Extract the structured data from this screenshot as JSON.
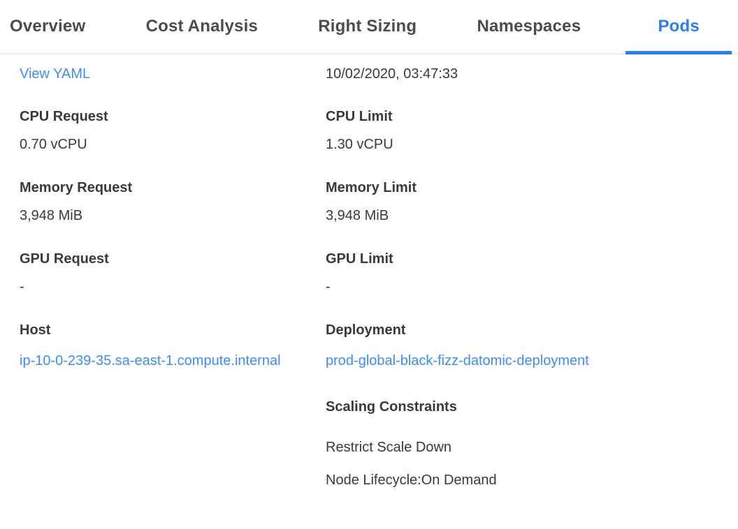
{
  "colors": {
    "accent": "#2e7cf0",
    "link": "#3f8cf4",
    "tab_inactive": "#4c4c4c",
    "text": "#3a3a3a",
    "tab_border": "#ececec"
  },
  "tabs": {
    "items": [
      {
        "label": "Overview",
        "active": false
      },
      {
        "label": "Cost Analysis",
        "active": false
      },
      {
        "label": "Right Sizing",
        "active": false
      },
      {
        "label": "Namespaces",
        "active": false
      },
      {
        "label": "Pods",
        "active": true
      }
    ]
  },
  "panel": {
    "view_yaml_label": "View YAML",
    "timestamp": "10/02/2020, 03:47:33",
    "left": [
      {
        "label": "CPU Request",
        "value": "0.70 vCPU"
      },
      {
        "label": "Memory Request",
        "value": "3,948 MiB"
      },
      {
        "label": "GPU Request",
        "value": "-"
      },
      {
        "label": "Host",
        "value": "ip-10-0-239-35.sa-east-1.compute.internal",
        "is_link": true
      }
    ],
    "right": [
      {
        "label": "CPU Limit",
        "value": "1.30 vCPU"
      },
      {
        "label": "Memory Limit",
        "value": "3,948 MiB"
      },
      {
        "label": "GPU Limit",
        "value": "-"
      },
      {
        "label": "Deployment",
        "value": "prod-global-black-fizz-datomic-deployment",
        "is_link": true
      }
    ],
    "scaling": {
      "label": "Scaling Constraints",
      "items": [
        "Restrict Scale Down",
        "Node Lifecycle:On Demand"
      ]
    }
  }
}
